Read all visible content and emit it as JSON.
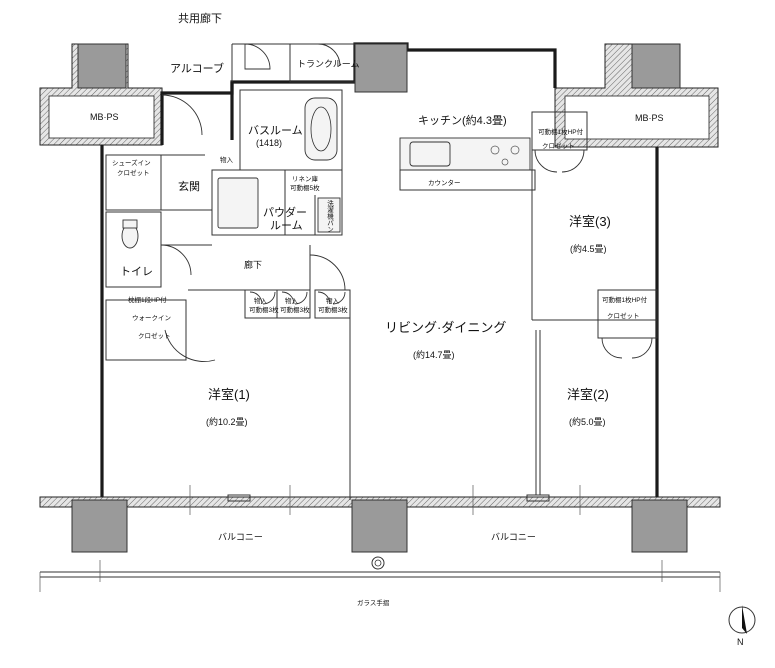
{
  "labels": {
    "common_corridor": "共用廊下",
    "alcove": "アルコーブ",
    "trunk_room": "トランクルーム",
    "mbps_left": "MB·PS",
    "mbps_right": "MB·PS",
    "bathroom": "バスルーム",
    "bathroom_size": "(1418)",
    "kitchen": "キッチン(約4.3畳)",
    "counter": "カウンター",
    "shoes_in_closet_1": "シューズイン",
    "shoes_in_closet_2": "クロゼット",
    "entrance": "玄関",
    "storage_top": "物入",
    "linen_1": "リネン庫",
    "linen_2": "可動棚5枚",
    "powder_1": "パウダー",
    "powder_2": "ルーム",
    "washer": "洗濯機パン",
    "toilet": "トイレ",
    "hallway": "廊下",
    "storage_a": "物入",
    "storage_a_sub": "可動棚3枚",
    "storage_b": "物入",
    "storage_b_sub": "可動棚3枚",
    "storage_c": "物入",
    "storage_c_sub": "可動棚3枚",
    "walkin_note": "枕棚1段HP付",
    "walkin_1": "ウォークイン",
    "walkin_2": "クロゼット",
    "ldk": "リビング·ダイニング",
    "ldk_size": "(約14.7畳)",
    "room3": "洋室(3)",
    "room3_size": "(約4.5畳)",
    "room3_closet_note": "可動棚1枚HP付",
    "room3_closet": "クロゼット",
    "room2": "洋室(2)",
    "room2_size": "(約5.0畳)",
    "room2_closet_note": "可動棚1枚HP付",
    "room2_closet": "クロゼット",
    "room1": "洋室(1)",
    "room1_size": "(約10.2畳)",
    "balcony_left": "バルコニー",
    "balcony_right": "バルコニー",
    "glass_rail": "ガラス手摺",
    "north": "N"
  }
}
